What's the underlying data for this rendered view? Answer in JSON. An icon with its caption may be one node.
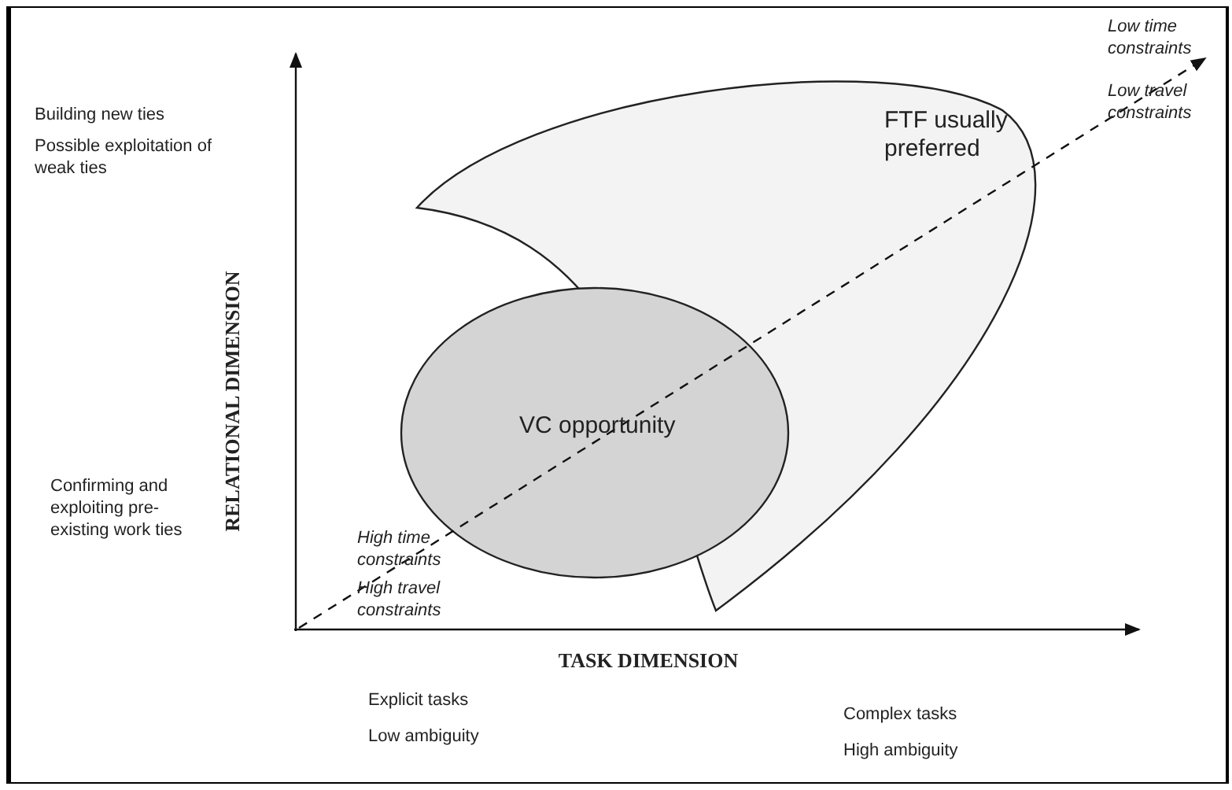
{
  "diagram": {
    "nodes": [
      {
        "text": [
          "FTF usually preferred"
        ]
      },
      {
        "text": [
          "VC opportunity"
        ]
      }
    ],
    "labels": [
      "Low time constraints",
      "Building new ties",
      "Low travel constraints",
      "Possible exploitation of weak ties",
      "RELATIONAL DIMENSION",
      "Confirming and exploiting pre-existing work ties",
      "High time constraints",
      "High travel constraints",
      "TASK DIMENSION",
      "Explicit tasks",
      "Complex tasks",
      "Low ambiguity",
      "High ambiguity"
    ]
  }
}
